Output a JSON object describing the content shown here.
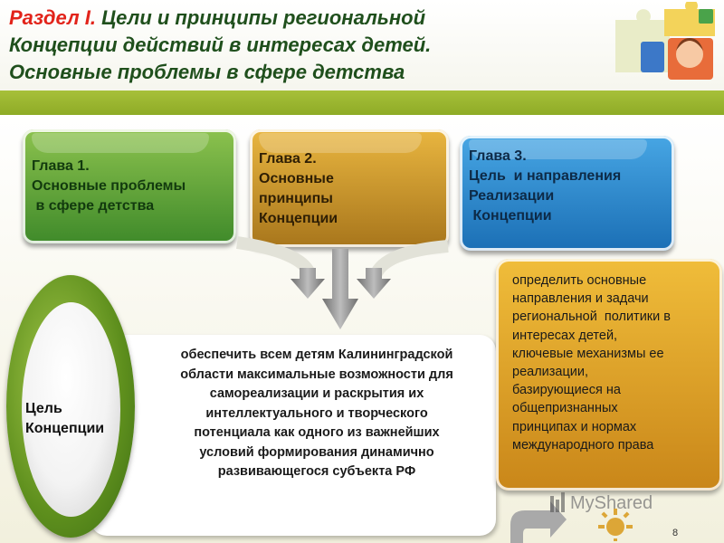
{
  "title": {
    "section": "Раздел I.",
    "line1_rest": " Цели и принципы региональной",
    "line2": "Концепции действий в интересах детей.",
    "line3": "Основные проблемы в сфере детства"
  },
  "chapters": [
    {
      "line1": "Глава 1.",
      "line2": "Основные проблемы",
      "line3": " в сфере детства"
    },
    {
      "line1": "Глава 2.",
      "line2": "Основные",
      "line3": "принципы",
      "line4": "Концепции"
    },
    {
      "line1": "Глава 3.",
      "line2": "Цель  и направления",
      "line3": "Реализации",
      "line4": " Концепции"
    }
  ],
  "goal": {
    "line1": "Цель",
    "line2": "Концепции"
  },
  "main_text": [
    "обеспечить всем детям Калининградской",
    "области  максимальные возможности для",
    "самореализации и раскрытия  их",
    "интеллектуального и творческого",
    "потенциала как одного из  важнейших",
    "условий формирования динамично",
    "развивающегося субъекта РФ"
  ],
  "side_text": [
    "определить основные",
    "направления и задачи",
    "региональной  политики в",
    "интересах детей,",
    "ключевые механизмы ее",
    "реализации,",
    "базирующиеся на",
    "общепризнанных",
    "принципах и нормах",
    "международного права"
  ],
  "watermark": "MyShared",
  "page_number": "8",
  "colors": {
    "title_section": "#e2231a",
    "title_text": "#1f4f1c",
    "bar": "#9bb52f",
    "chapter1": "#4f9a32",
    "chapter2": "#c98e2a",
    "chapter3": "#2581cc",
    "side_box": "#e0a52e",
    "goal_oval": "#6b9a22"
  }
}
